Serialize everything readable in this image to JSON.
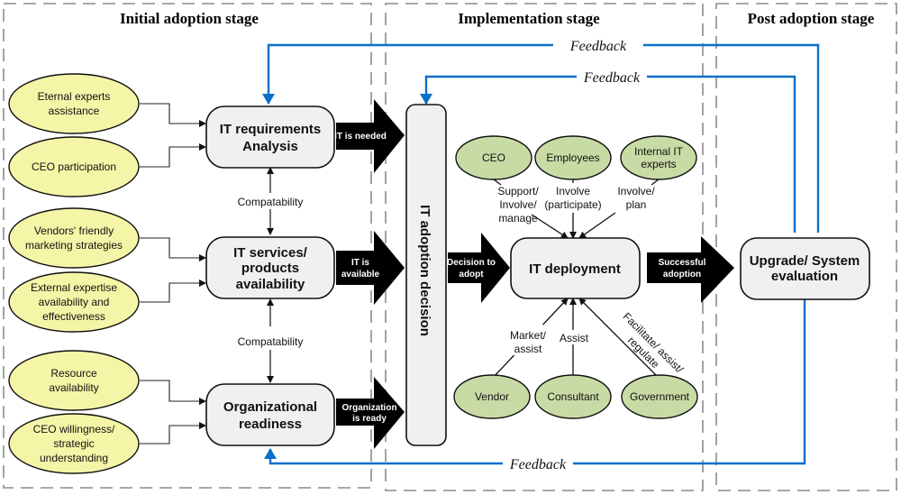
{
  "stages": {
    "initial": "Initial adoption stage",
    "implementation": "Implementation stage",
    "post": "Post adoption stage"
  },
  "initial_factors": [
    [
      "Eternal experts",
      "assistance"
    ],
    [
      "CEO participation"
    ],
    [
      "Vendors' friendly",
      "marketing strategies"
    ],
    [
      "External expertise",
      "availability and",
      "effectiveness"
    ],
    [
      "Resource",
      "availability"
    ],
    [
      "CEO willingness/",
      "strategic",
      "understanding"
    ]
  ],
  "initial_boxes": [
    [
      "IT requirements",
      "Analysis"
    ],
    [
      "IT services/",
      "products",
      "availability"
    ],
    [
      "Organizational",
      "readiness"
    ]
  ],
  "compatibility_label": "Compatability",
  "block_arrows": {
    "needed": [
      "IT is needed"
    ],
    "available": [
      "IT is",
      "available"
    ],
    "ready": [
      "Organization",
      "is ready"
    ],
    "decision": [
      "Decision to",
      "adopt"
    ],
    "success": [
      "Successful",
      "adoption"
    ]
  },
  "decision_box": "IT adoption decision",
  "deployment_box": "IT deployment",
  "upgrade_box": [
    "Upgrade/ System",
    "evaluation"
  ],
  "top_actors": [
    {
      "name": [
        "CEO"
      ],
      "relation": [
        "Support/",
        "Involve/",
        "manage"
      ]
    },
    {
      "name": [
        "Employees"
      ],
      "relation": [
        "Involve",
        "(participate)"
      ]
    },
    {
      "name": [
        "Internal IT",
        "experts"
      ],
      "relation": [
        "Involve/",
        "plan"
      ]
    }
  ],
  "bottom_actors": [
    {
      "name": [
        "Vendor"
      ],
      "relation": [
        "Market/",
        "assist"
      ]
    },
    {
      "name": [
        "Consultant"
      ],
      "relation": [
        "Assist"
      ]
    },
    {
      "name": [
        "Government"
      ],
      "relation": [
        "Facilitate/ assist/",
        "regulate"
      ]
    }
  ],
  "feedback_label": "Feedback",
  "colors": {
    "factor_fill": "#f5f5a8",
    "actor_fill": "#c9dba5",
    "box_fill": "#f0f0f0",
    "feedback_line": "#0a6fc8",
    "stage_border": "#8c8c8c"
  }
}
